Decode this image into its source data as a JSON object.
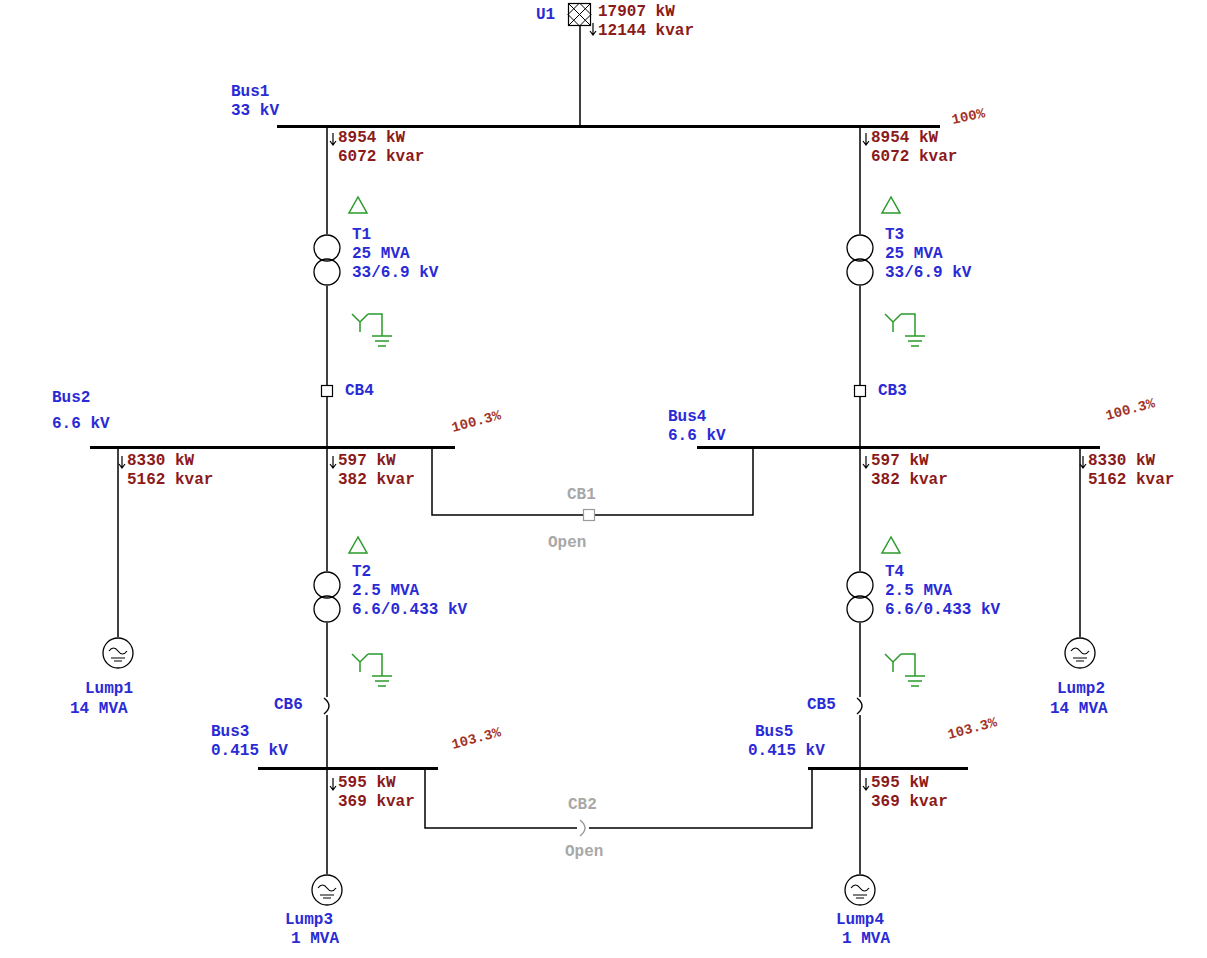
{
  "diagram": {
    "nodes": [
      {
        "text": [
          "U1"
        ]
      },
      {
        "text": [
          "Bus1",
          "33 kV"
        ]
      },
      {
        "text": [
          "T1",
          "25 MVA",
          "33/6.9 kV"
        ]
      },
      {
        "text": [
          "T3",
          "25 MVA",
          "33/6.9 kV"
        ]
      },
      {
        "text": [
          "CB4"
        ]
      },
      {
        "text": [
          "CB3"
        ]
      },
      {
        "text": [
          "Bus2",
          "6.6 kV"
        ]
      },
      {
        "text": [
          "Bus4",
          "6.6 kV"
        ]
      },
      {
        "text": [
          "CB1",
          "Open"
        ]
      },
      {
        "text": [
          "Lump1",
          "14 MVA"
        ]
      },
      {
        "text": [
          "T2",
          "2.5 MVA",
          "6.6/0.433 kV"
        ]
      },
      {
        "text": [
          "T4",
          "2.5 MVA",
          "6.6/0.433 kV"
        ]
      },
      {
        "text": [
          "Lump2",
          "14 MVA"
        ]
      },
      {
        "text": [
          "CB6"
        ]
      },
      {
        "text": [
          "CB5"
        ]
      },
      {
        "text": [
          "Bus3",
          "0.415 kV"
        ]
      },
      {
        "text": [
          "Bus5",
          "0.415 kV"
        ]
      },
      {
        "text": [
          "CB2",
          "Open"
        ]
      },
      {
        "text": [
          "Lump3",
          "1 MVA"
        ]
      },
      {
        "text": [
          "Lump4",
          "1 MVA"
        ]
      }
    ],
    "edges": [
      {
        "from": 0,
        "to": 1,
        "arrow": "none",
        "label": "17907 kW 12144 kvar"
      },
      {
        "from": 1,
        "to": 2,
        "arrow": "none",
        "label": "8954 kW 6072 kvar"
      },
      {
        "from": 1,
        "to": 3,
        "arrow": "none",
        "label": "8954 kW 6072 kvar"
      },
      {
        "from": 2,
        "to": 4,
        "arrow": "none"
      },
      {
        "from": 3,
        "to": 5,
        "arrow": "none"
      },
      {
        "from": 4,
        "to": 6,
        "arrow": "none"
      },
      {
        "from": 5,
        "to": 7,
        "arrow": "none"
      },
      {
        "from": 6,
        "to": 9,
        "arrow": "none",
        "label": "8330 kW 5162 kvar"
      },
      {
        "from": 6,
        "to": 10,
        "arrow": "none",
        "label": "597 kW 382 kvar"
      },
      {
        "from": 6,
        "to": 8,
        "arrow": "none"
      },
      {
        "from": 8,
        "to": 7,
        "arrow": "none"
      },
      {
        "from": 7,
        "to": 11,
        "arrow": "none",
        "label": "597 kW 382 kvar"
      },
      {
        "from": 7,
        "to": 12,
        "arrow": "none",
        "label": "8330 kW 5162 kvar"
      },
      {
        "from": 10,
        "to": 13,
        "arrow": "none"
      },
      {
        "from": 11,
        "to": 14,
        "arrow": "none"
      },
      {
        "from": 13,
        "to": 15,
        "arrow": "none"
      },
      {
        "from": 14,
        "to": 16,
        "arrow": "none"
      },
      {
        "from": 15,
        "to": 18,
        "arrow": "none",
        "label": "595 kW 369 kvar"
      },
      {
        "from": 16,
        "to": 19,
        "arrow": "none",
        "label": "595 kW 369 kvar"
      },
      {
        "from": 15,
        "to": 17,
        "arrow": "none"
      },
      {
        "from": 17,
        "to": 16,
        "arrow": "none"
      }
    ],
    "labels": [
      "100%",
      "100.3%",
      "100.3%",
      "103.3%",
      "103.3%"
    ]
  }
}
